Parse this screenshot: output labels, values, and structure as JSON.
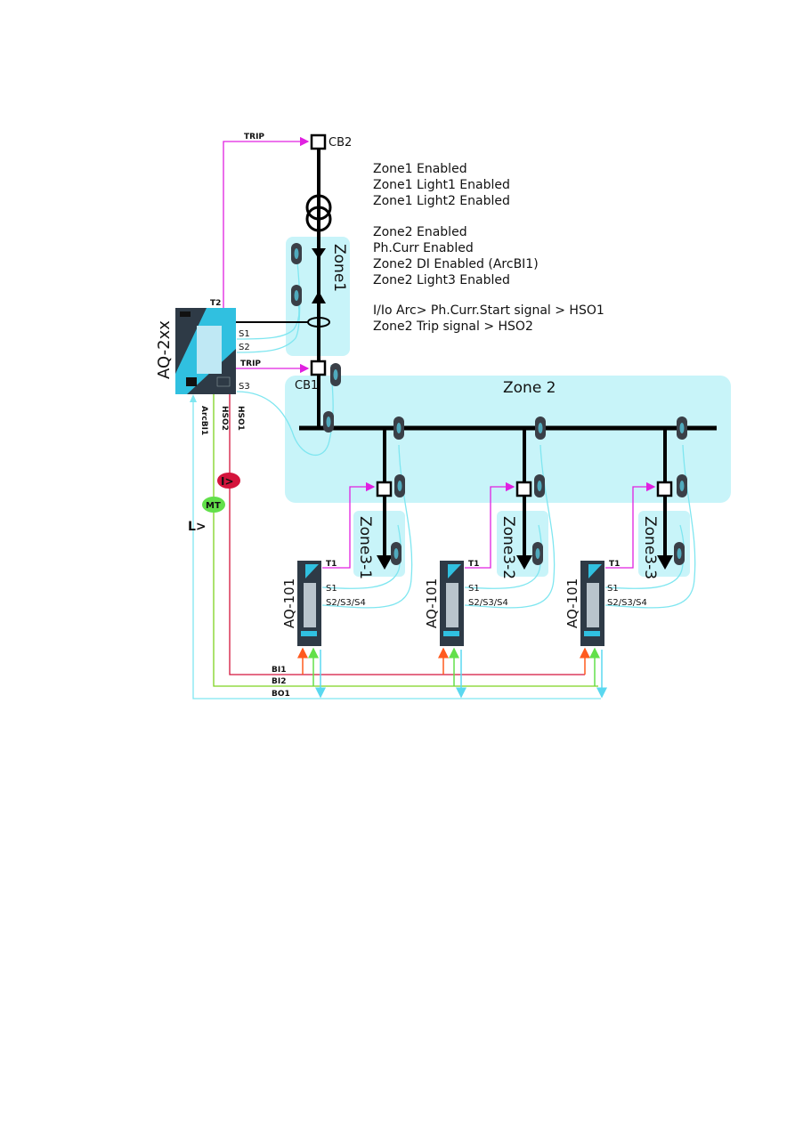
{
  "info_lines": {
    "l1": "Zone1 Enabled",
    "l2": "Zone1 Light1 Enabled",
    "l3": "Zone1 Light2 Enabled",
    "l4": "Zone2 Enabled",
    "l5": "Ph.Curr Enabled",
    "l6": "Zone2 DI Enabled (ArcBI1)",
    "l7": "Zone2 Light3 Enabled",
    "l8": "I/Io Arc> Ph.Curr.Start signal > HSO1",
    "l9": "Zone2 Trip signal > HSO2"
  },
  "breakers": {
    "cb2": "CB2",
    "cb1": "CB1"
  },
  "zones": {
    "zone1": "Zone1",
    "zone2": "Zone 2",
    "zone3_1": "Zone3-1",
    "zone3_2": "Zone3-2",
    "zone3_3": "Zone3-3"
  },
  "main_device": {
    "name": "AQ-2xx",
    "t2": "T2",
    "s1": "S1",
    "s2": "S2",
    "s3": "S3",
    "trip_top": "TRIP",
    "trip_cb1": "TRIP",
    "hso1": "HSO1",
    "hso2": "HSO2",
    "arcbi1": "ArcBI1"
  },
  "markers": {
    "current": "I>",
    "mt": "MT",
    "light": "L>"
  },
  "slave_devices": [
    {
      "name": "AQ-101",
      "t1": "T1",
      "s1": "S1",
      "s234": "S2/S3/S4"
    },
    {
      "name": "AQ-101",
      "t1": "T1",
      "s1": "S1",
      "s234": "S2/S3/S4"
    },
    {
      "name": "AQ-101",
      "t1": "T1",
      "s1": "S1",
      "s234": "S2/S3/S4"
    }
  ],
  "bus_lines": {
    "bi1": "BI1",
    "bi2": "BI2",
    "bo1": "BO1"
  },
  "colors": {
    "zone_fill": "#c8f4f9",
    "trip": "#e020e0",
    "hso1": "#d4143c",
    "hso2": "#7ed321",
    "arcbi1": "#7fe6f0",
    "fiber": "#7fe6f0",
    "bi1_arrow": "#ff5a1e",
    "bi2_arrow": "#62e04a",
    "bo1_arrow": "#5ad8f0",
    "device_body": "#2e3a46",
    "device_accent": "#30c0e0"
  }
}
